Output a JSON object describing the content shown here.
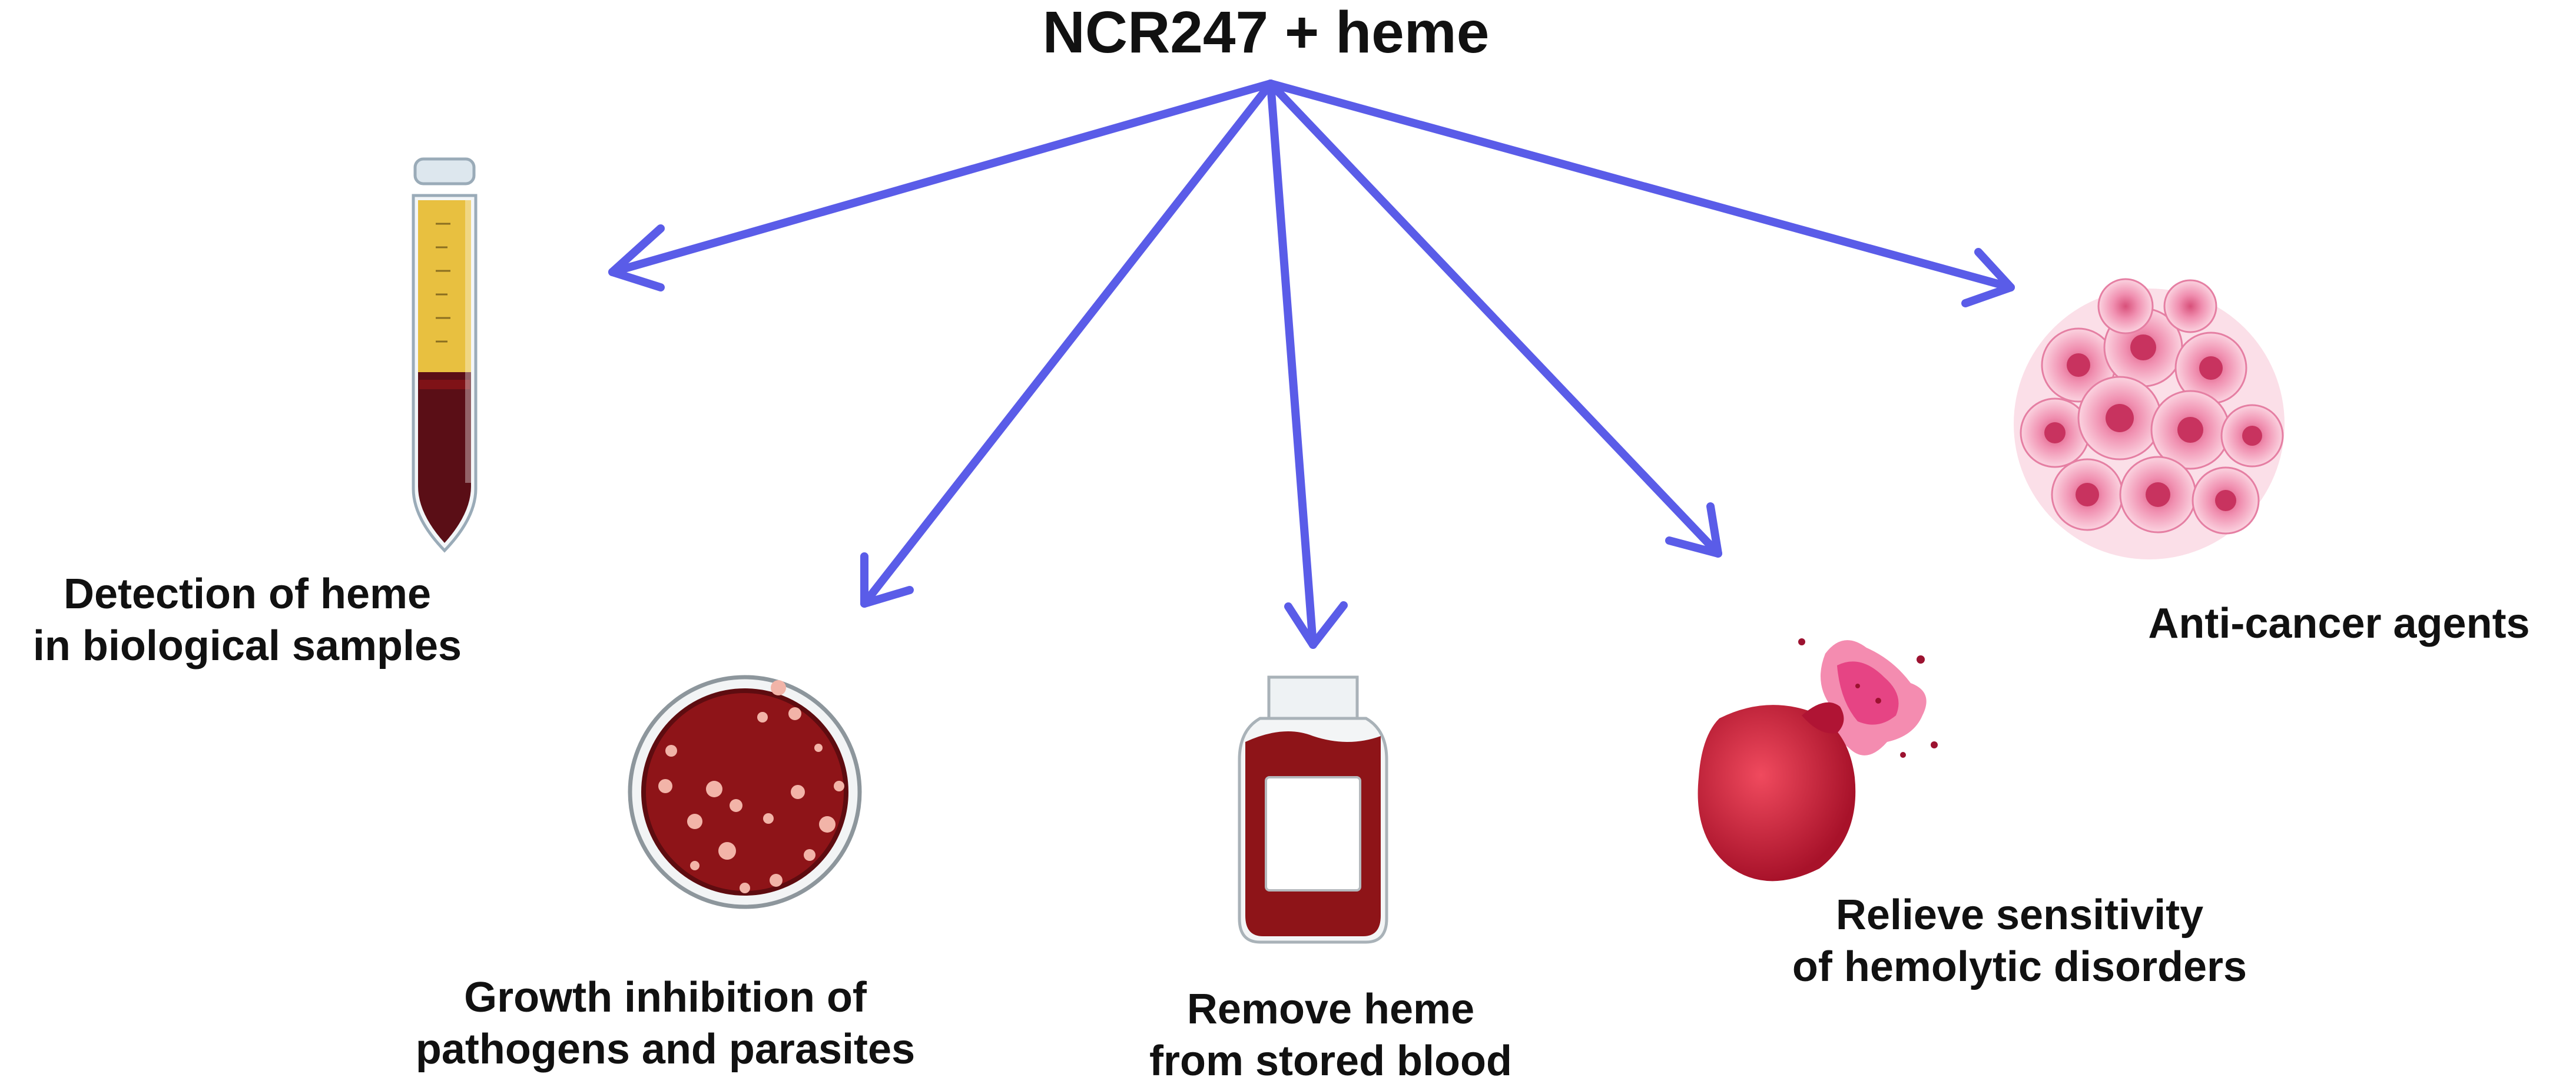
{
  "title": "NCR247 + heme",
  "colors": {
    "arrow": "#5a5ce8",
    "blood": "#8e1418",
    "tube_plasma": "#e8c040",
    "cells": "#f08fb0",
    "rbc": "#d4203a"
  },
  "applications": [
    {
      "id": "detection",
      "line1": "Detection of heme",
      "line2": "in biological samples",
      "icon": "test-tube-icon"
    },
    {
      "id": "growth",
      "line1": "Growth inhibition of",
      "line2": "pathogens and parasites",
      "icon": "petri-dish-icon"
    },
    {
      "id": "remove",
      "line1": "Remove heme",
      "line2": "from stored blood",
      "icon": "blood-bag-icon"
    },
    {
      "id": "relieve",
      "line1": "Relieve sensitivity",
      "line2": "of hemolytic disorders",
      "icon": "bursting-red-blood-cell-icon"
    },
    {
      "id": "anticancer",
      "line1": "Anti-cancer agents",
      "line2": "",
      "icon": "cancer-cell-cluster-icon"
    }
  ]
}
